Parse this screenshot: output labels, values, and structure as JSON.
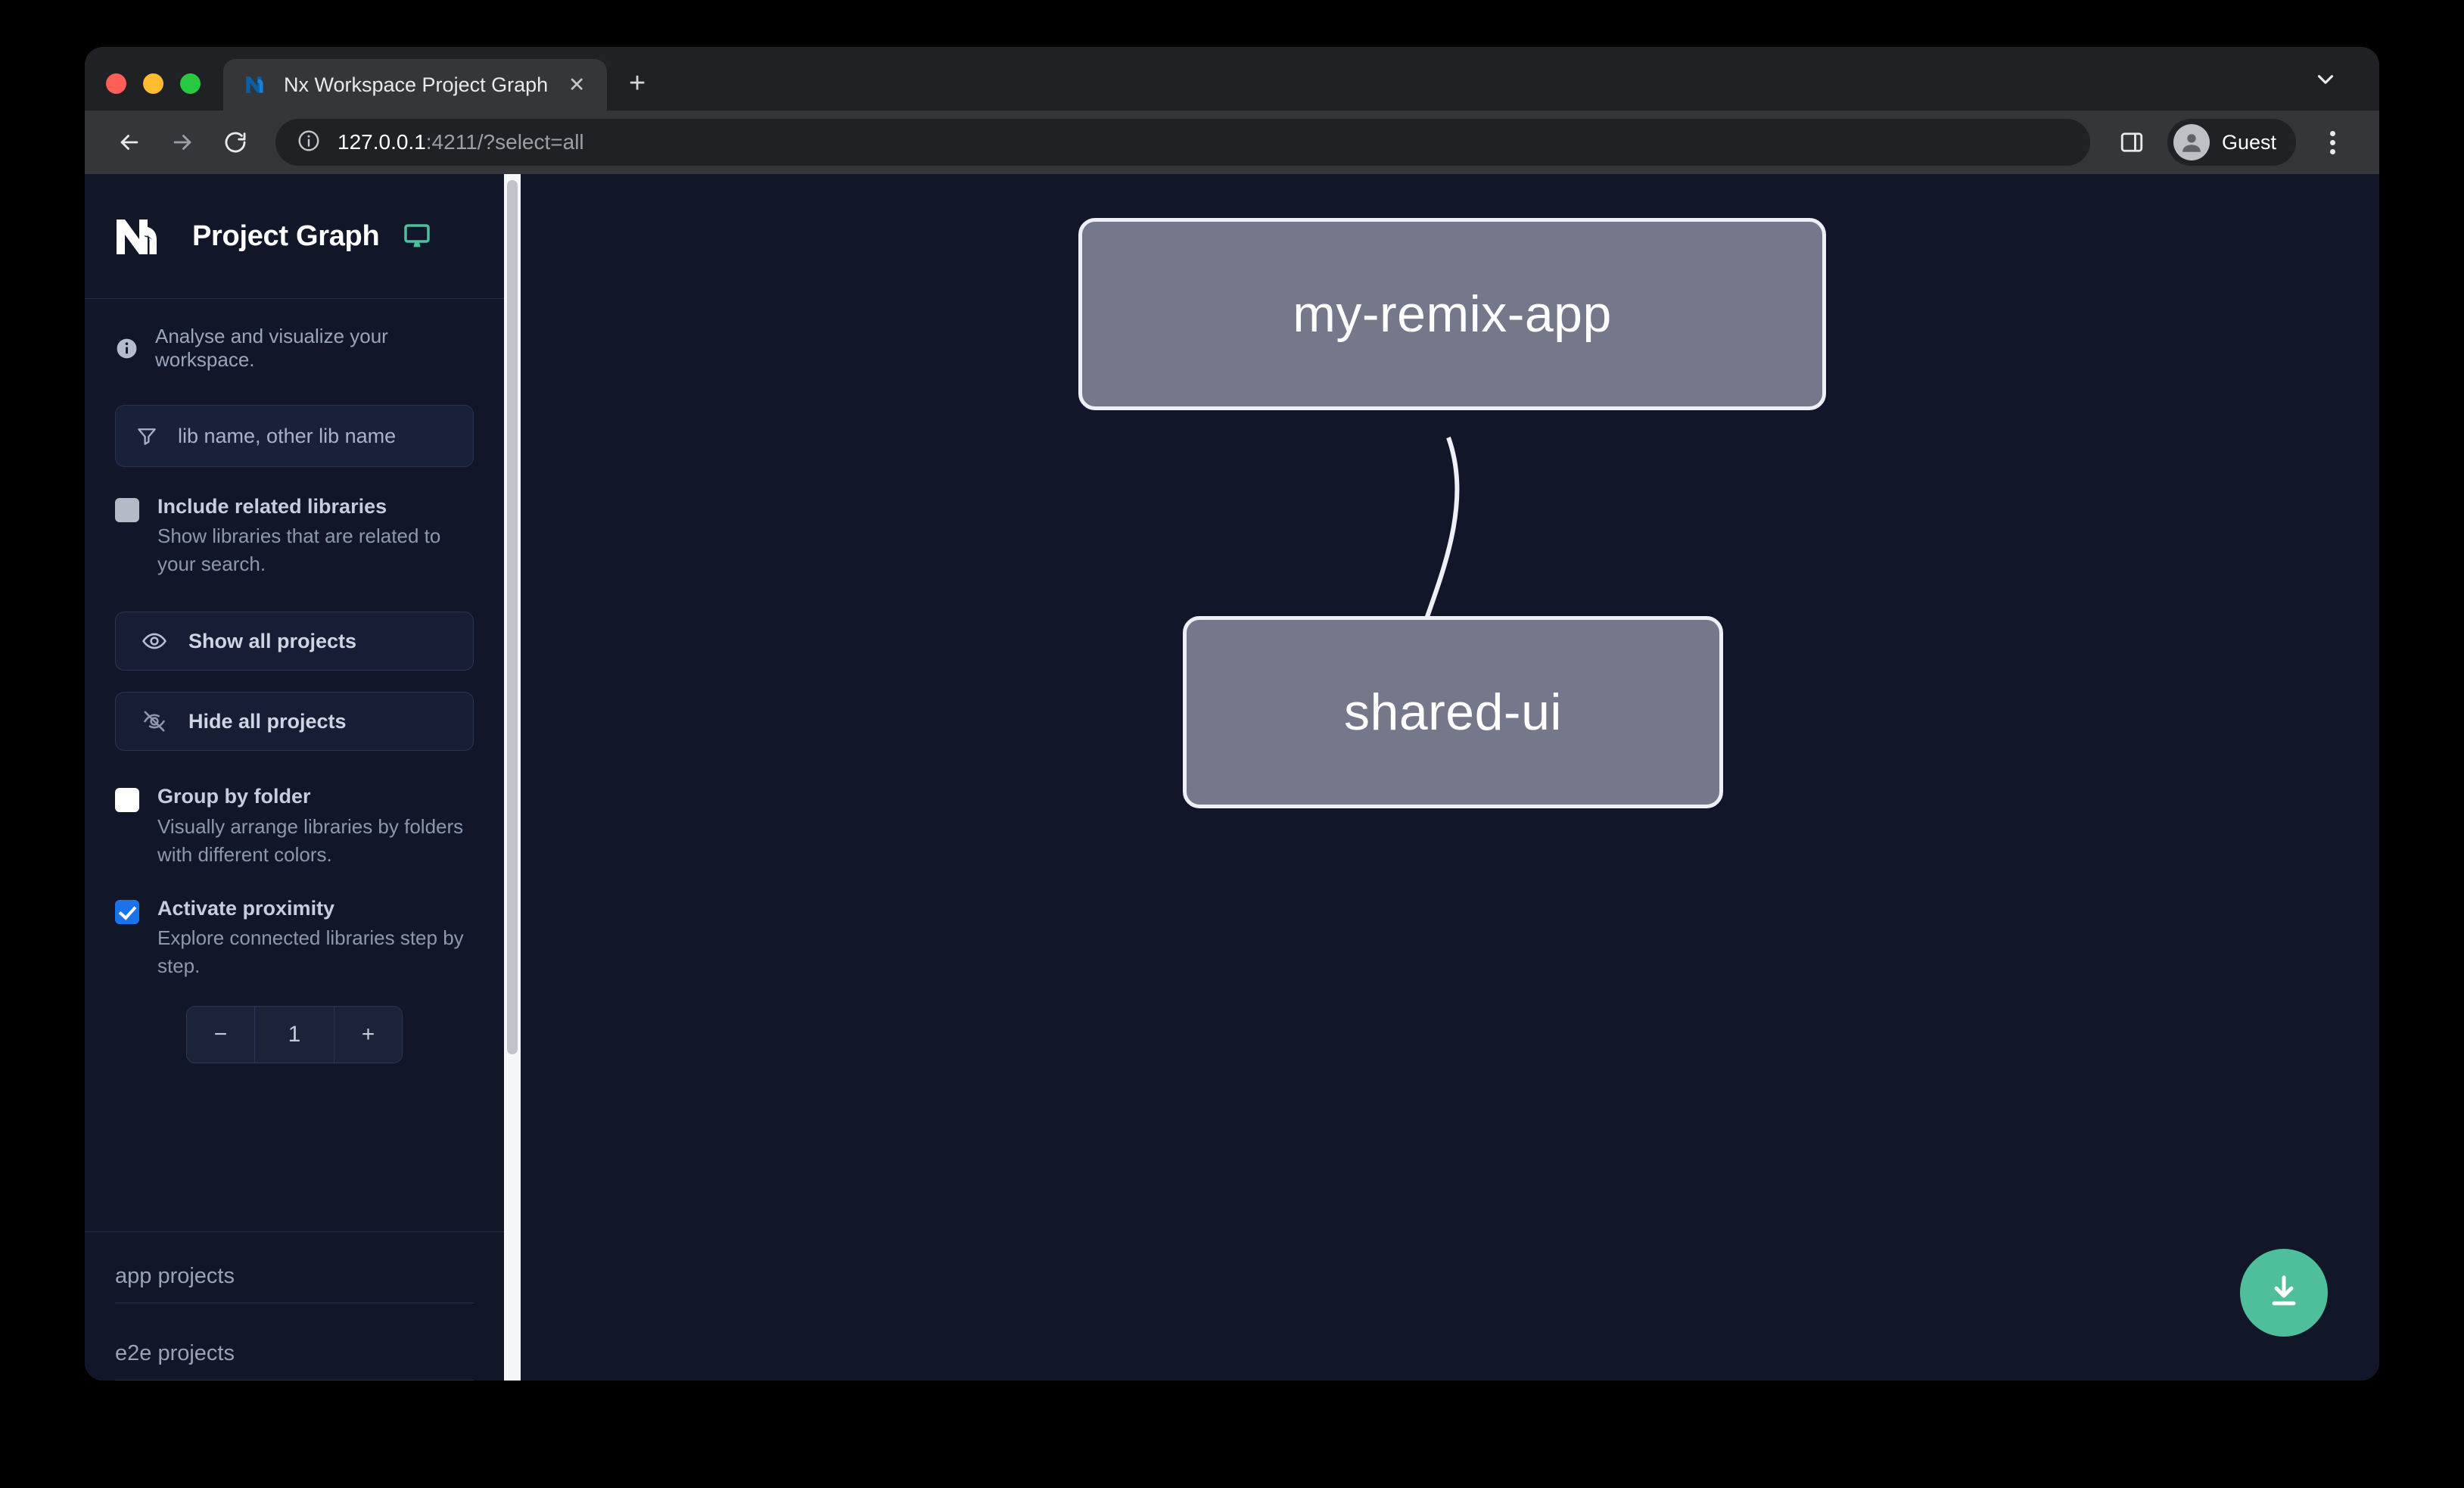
{
  "browser": {
    "tab": {
      "title": "Nx Workspace Project Graph",
      "favicon": "nx-favicon",
      "close_label": "✕"
    },
    "new_tab_label": "+",
    "omnibox": {
      "host": "127.0.0.1",
      "path": ":4211/?select=all",
      "security_icon": "info-circle-icon"
    },
    "profile": {
      "name": "Guest"
    },
    "controls": {
      "back": "←",
      "forward": "→",
      "reload": "⟳"
    }
  },
  "sidebar": {
    "logo": "nx-logo",
    "title": "Project Graph",
    "monitor_icon": "monitor-icon",
    "tagline": "Analyse and visualize your workspace.",
    "filter": {
      "icon": "funnel-icon",
      "placeholder": "lib name, other lib name",
      "value": ""
    },
    "options": [
      {
        "label": "Include related libraries",
        "description": "Show libraries that are related to your search.",
        "checkbox_state": "indeterminate"
      },
      {
        "label": "Group by folder",
        "description": "Visually arrange libraries by folders with different colors.",
        "checkbox_state": "unchecked"
      },
      {
        "label": "Activate proximity",
        "description": "Explore connected libraries step by step.",
        "checkbox_state": "checked"
      }
    ],
    "buttons": [
      {
        "label": "Show all projects",
        "icon": "eye-icon"
      },
      {
        "label": "Hide all projects",
        "icon": "eye-slash-icon"
      }
    ],
    "stepper": {
      "decrement": "−",
      "value": "1",
      "increment": "+"
    },
    "sections": [
      {
        "label": "app projects"
      },
      {
        "label": "e2e projects"
      }
    ]
  },
  "graph": {
    "nodes": [
      {
        "id": "my-remix-app",
        "label": "my-remix-app"
      },
      {
        "id": "shared-ui",
        "label": "shared-ui"
      }
    ],
    "edges": [
      {
        "from": "my-remix-app",
        "to": "shared-ui"
      }
    ],
    "download_button": {
      "icon": "download-icon"
    }
  },
  "colors": {
    "accent_green": "#4fbf9b",
    "checkbox_blue": "#1a73e8",
    "node_fill": "#75778b",
    "node_border": "#eef0f6",
    "canvas_bg": "#111729",
    "sidebar_bg": "#111729"
  }
}
